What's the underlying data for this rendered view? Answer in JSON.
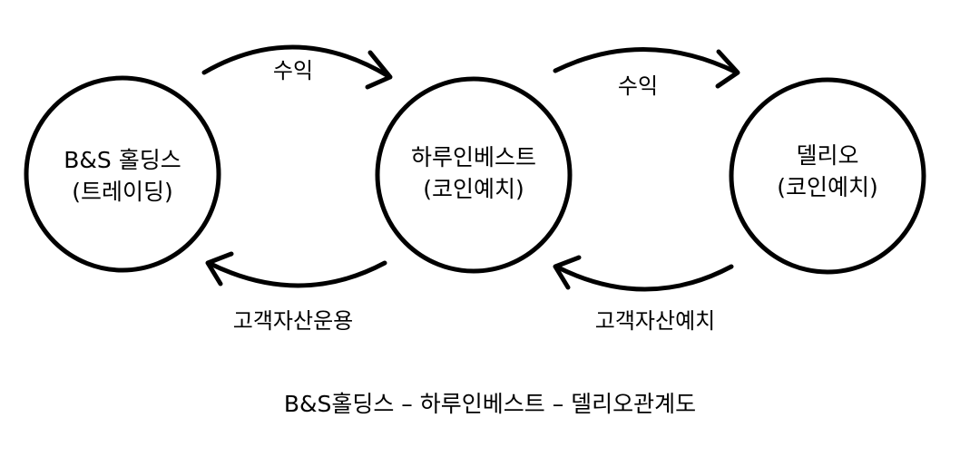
{
  "nodes": [
    {
      "id": "bs",
      "line1": "B&S 홀딩스",
      "line2": "(트레이딩)"
    },
    {
      "id": "haru",
      "line1": "하루인베스트",
      "line2": "(코인예치)"
    },
    {
      "id": "delio",
      "line1": "델리오",
      "line2": "(코인예치)"
    }
  ],
  "edges": [
    {
      "from": "bs",
      "to": "haru",
      "label": "수익"
    },
    {
      "from": "haru",
      "to": "delio",
      "label": "수익"
    },
    {
      "from": "haru",
      "to": "bs",
      "label": "고객자산운용"
    },
    {
      "from": "delio",
      "to": "haru",
      "label": "고객자산예치"
    }
  ],
  "caption": "B&S홀딩스 – 하루인베스트 – 델리오관계도",
  "colors": {
    "stroke": "#000000",
    "background": "#ffffff"
  }
}
